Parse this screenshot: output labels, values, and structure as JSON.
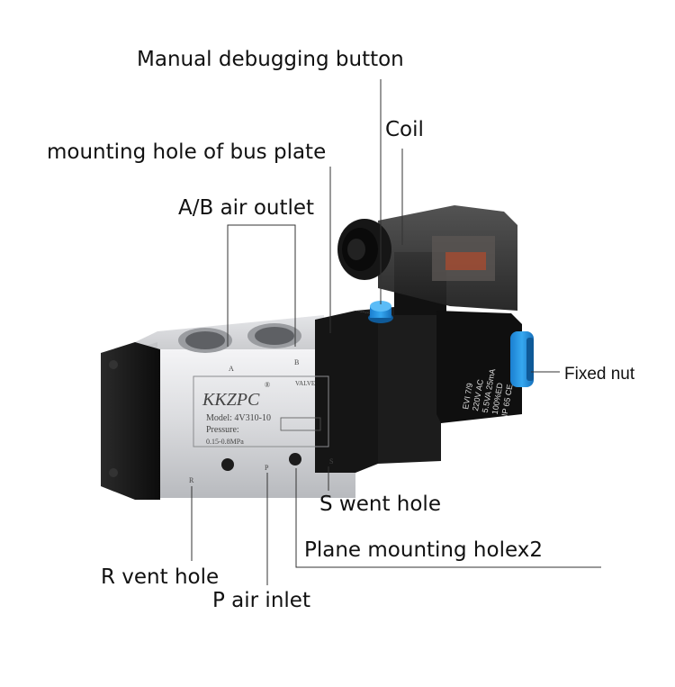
{
  "labels": {
    "manual_button": "Manual debugging button",
    "coil": "Coil",
    "bus_plate_hole": "mounting hole of bus plate",
    "ab_outlet": "A/B air outlet",
    "fixed_nut": "Fixed nut",
    "s_vent": "S went hole",
    "plane_mounting": "Plane mounting holex2",
    "r_vent": "R vent hole",
    "p_inlet": "P air inlet"
  },
  "nameplate": {
    "brand": "KKZPC",
    "registered": "®",
    "valve": "VALVE",
    "model": "Model: 4V310-10",
    "pressure": "Pressure:",
    "pressure_range": "0.15-0.8MPa",
    "port_a": "A",
    "port_b": "B",
    "port_r": "R",
    "port_p": "P",
    "port_s": "S"
  },
  "coil_text": {
    "line1": "EVI 7/9",
    "line2": "220V AC",
    "line3": "5.5VA 25mA",
    "line4": "100%ED",
    "line5": "IP  65  CE"
  },
  "colors": {
    "body_silver": "#d9dadd",
    "black_parts": "#151515",
    "button_blue": "#1e90e0",
    "leader_line": "#333333"
  }
}
